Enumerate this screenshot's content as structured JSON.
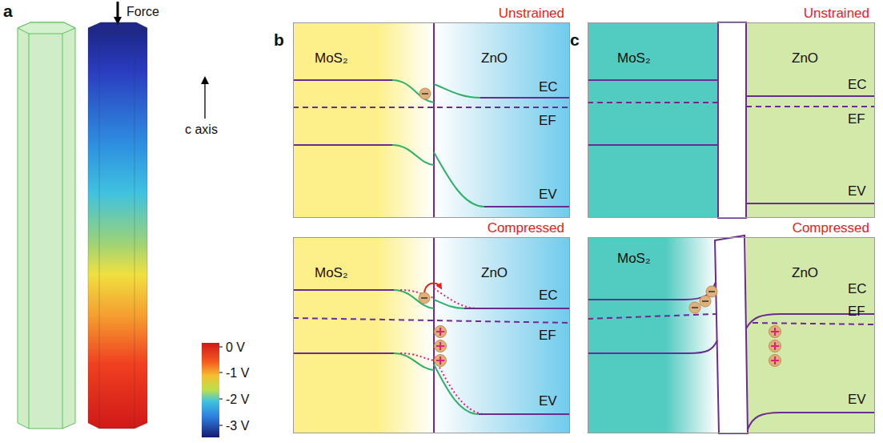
{
  "diagram": {
    "nodes": [
      {
        "text": [
          "Unstrained",
          "MoS₂",
          "ZnO",
          "EC",
          "EF",
          "EV"
        ]
      },
      {
        "text": [
          "Compressed",
          "MoS₂",
          "ZnO",
          "EC",
          "EF",
          "EV"
        ]
      },
      {
        "text": [
          "Unstrained",
          "MoS₂",
          "ZnO",
          "EC",
          "EF",
          "EV"
        ]
      },
      {
        "text": [
          "Compressed",
          "MoS₂",
          "ZnO",
          "EC",
          "EF",
          "EV"
        ]
      }
    ],
    "labels": [
      "a",
      "Force",
      "c axis",
      "0 V",
      "-1 V",
      "-2 V",
      "-3 V",
      "b",
      "c"
    ]
  }
}
